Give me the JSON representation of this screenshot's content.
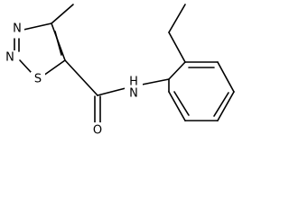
{
  "molecule": {
    "atoms": {
      "n_top": "N",
      "n_left": "N",
      "s_ring": "S",
      "n_amide": "N",
      "h_amide": "H",
      "o_carbonyl": "O"
    }
  },
  "colors": {
    "bond": "#000000",
    "label": "#000000",
    "background": "#ffffff"
  }
}
